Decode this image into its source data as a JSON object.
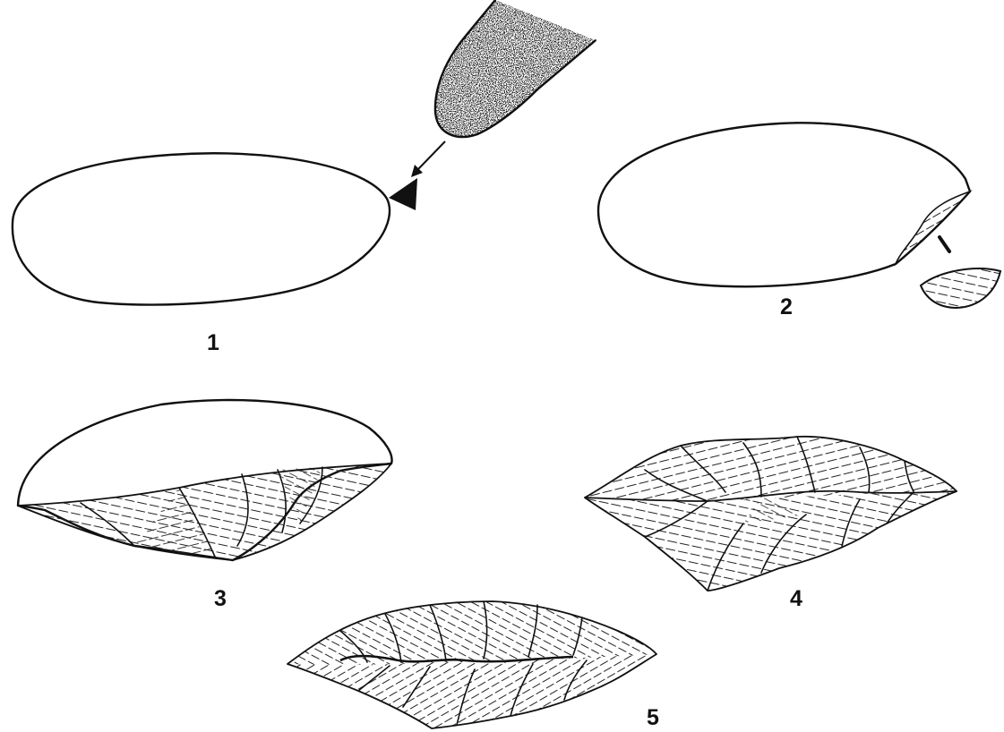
{
  "figure": {
    "stages": [
      {
        "label": "1"
      },
      {
        "label": "2"
      },
      {
        "label": "3"
      },
      {
        "label": "4"
      },
      {
        "label": "5"
      }
    ],
    "colors": {
      "ink": "#111111",
      "paper": "#ffffff"
    }
  }
}
